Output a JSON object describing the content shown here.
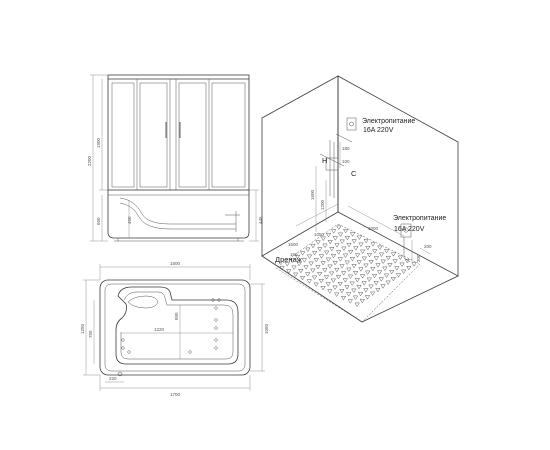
{
  "front_view": {
    "dims": {
      "height_total": "2200",
      "height_doors": "1900",
      "tub_height": "650",
      "tub_height_right": "445",
      "seat_height": "450"
    }
  },
  "top_view": {
    "dims": {
      "width_top": "1500",
      "width_bottom": "1700",
      "depth_left": "1250",
      "depth_right": "1050",
      "inner_1220": "1220",
      "inner_890": "890",
      "inner_750": "750",
      "drain_220": "220"
    }
  },
  "room_view": {
    "power_label_1": "Электропитание",
    "power_spec_1": "16A 220V",
    "power_label_2": "Электропитание",
    "power_spec_2": "16A 220V",
    "drain_label": "Дренаж",
    "hot_symbol": "H",
    "cold_symbol": "C",
    "dims": {
      "d_1600": "1600",
      "d_1200": "1200",
      "d_180": "180",
      "d_100": "100",
      "d_1000": "1000",
      "d_1050": "1050",
      "d_1500": "1500",
      "d_300": "300",
      "d_200": "200",
      "d_150": "150"
    }
  }
}
